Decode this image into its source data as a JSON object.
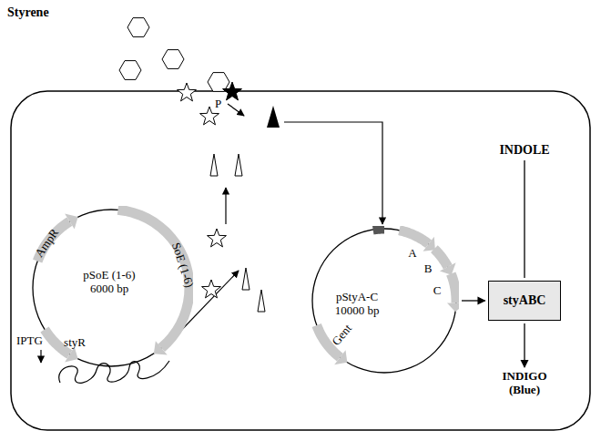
{
  "diagram": {
    "nodes": [
      {
        "text": [
          "pSoE (1-6) 6000 bp",
          "AmpR",
          "SoE (1-6)",
          "styR"
        ]
      },
      {
        "text": [
          "pStyA-C 10000 bp",
          "Gent",
          "A",
          "B",
          "C"
        ]
      },
      {
        "text": [
          "INDOLE"
        ]
      },
      {
        "text": [
          "styABC"
        ]
      },
      {
        "text": [
          "INDIGO (Blue)"
        ]
      }
    ],
    "edges": [
      {
        "from": 1,
        "to": 3,
        "arrow": "to"
      },
      {
        "from": 2,
        "to": 3,
        "arrow": "none"
      },
      {
        "from": 3,
        "to": 4,
        "arrow": "to"
      }
    ],
    "labels": [
      "Styrene",
      "P",
      "IPTG"
    ]
  }
}
